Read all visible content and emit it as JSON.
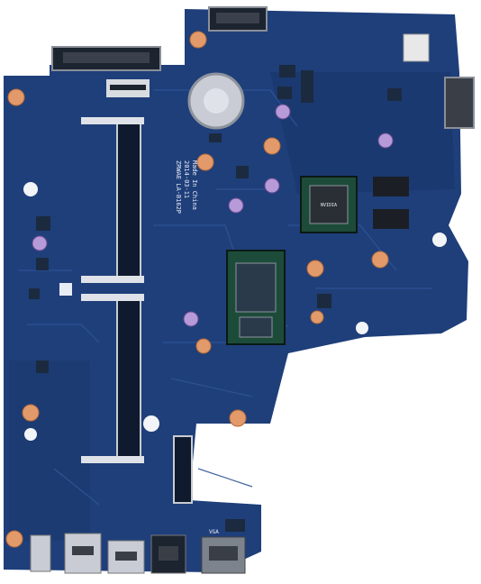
{
  "image": {
    "subject": "laptop-motherboard",
    "colors": {
      "background": "#ffffff",
      "pcb": "#1f3f7a",
      "pcb_dark": "#163262",
      "trace": "#2d5596",
      "slot": "#0f1a2e",
      "slot_edge": "#c9ccd2",
      "metal": "#c8ccd4",
      "pad": "#e39a6a",
      "chip": "#1b2a3f",
      "silk": "#e8ecf5"
    }
  },
  "silkscreen": {
    "model": "ZRWAE LA-B162P",
    "date": "2014-03-11",
    "made_in": "Made In China",
    "vga_label": "VGA"
  }
}
